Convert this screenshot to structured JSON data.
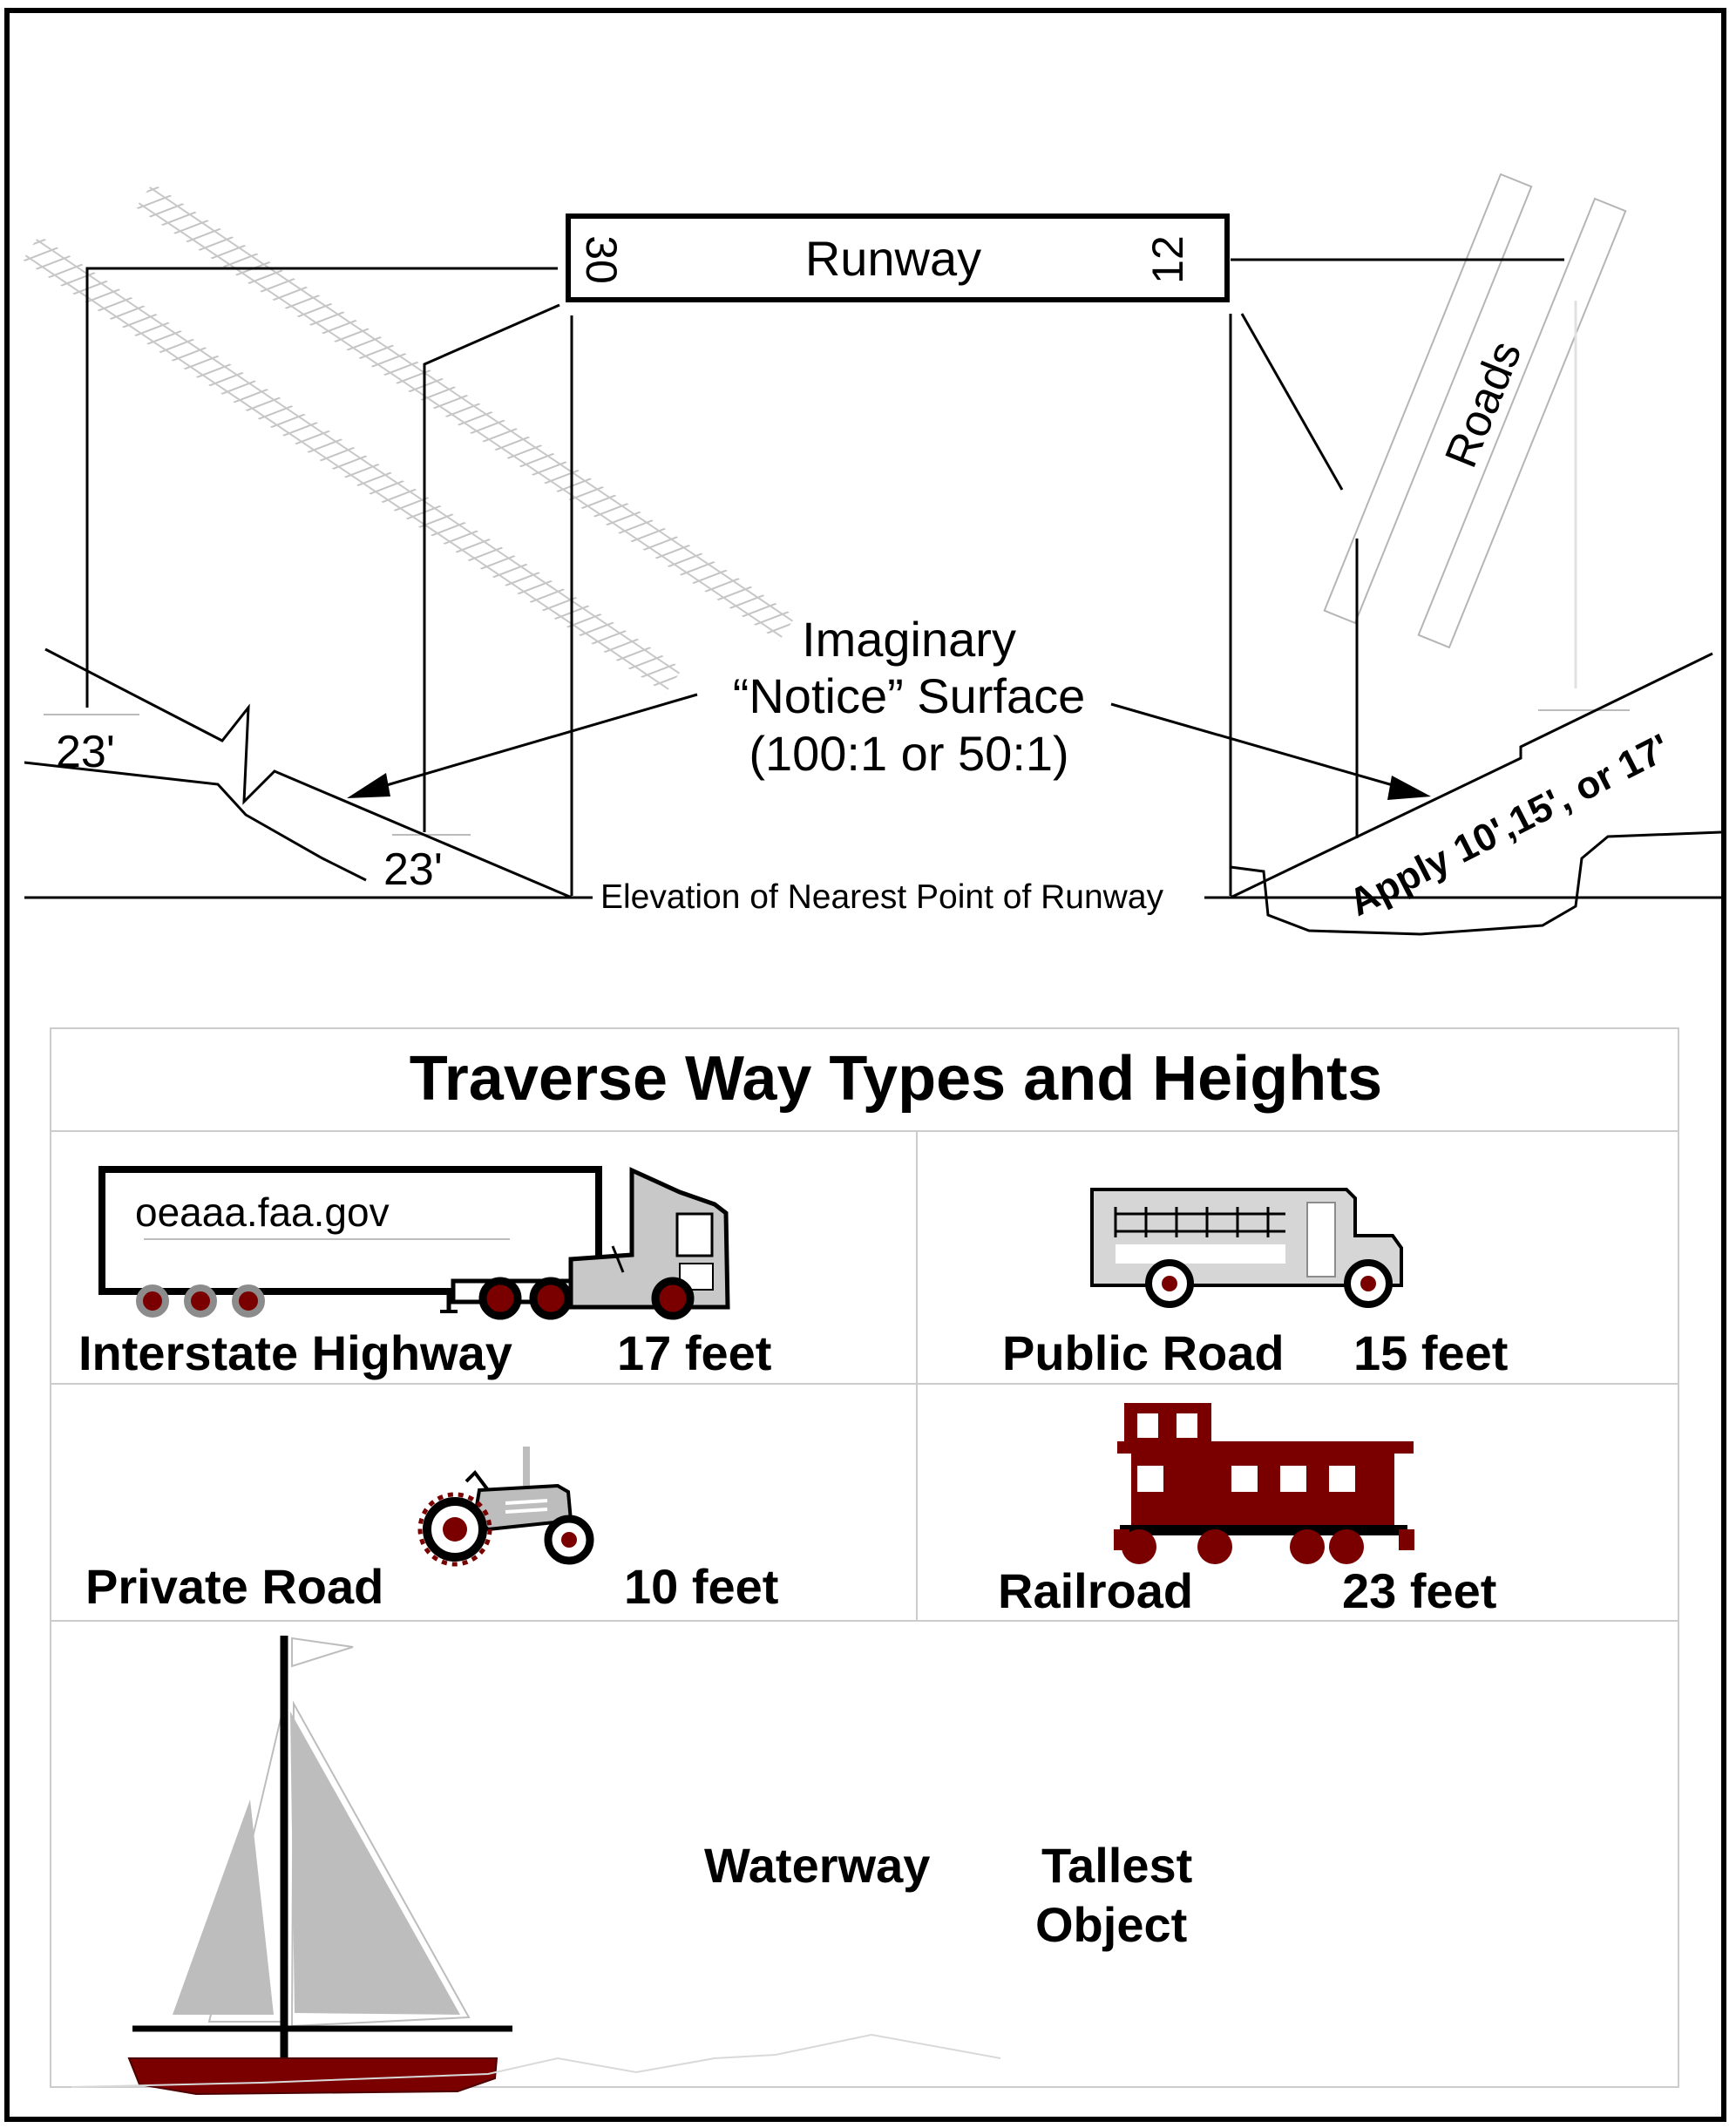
{
  "diagram": {
    "runway": {
      "label": "Runway",
      "left_end_number": "30",
      "right_end_number": "12"
    },
    "roads_label": "Roads",
    "notice_surface": {
      "line1": "Imaginary",
      "line2": "“Notice” Surface",
      "line3": "(100:1 or 50:1)"
    },
    "railroad_height_left": "23'",
    "railroad_height_slope": "23'",
    "elevation_label": "Elevation of Nearest Point of Runway",
    "apply_label": "Apply 10',15', or 17'"
  },
  "table": {
    "title": "Traverse Way Types and Heights",
    "truck_sign": "oeaaa.faa.gov",
    "rows": [
      {
        "type": "Interstate Highway",
        "height": "17 feet"
      },
      {
        "type": "Public Road",
        "height": "15 feet"
      },
      {
        "type": "Private Road",
        "height": "10 feet"
      },
      {
        "type": "Railroad",
        "height": "23 feet"
      }
    ],
    "waterway": {
      "type": "Waterway",
      "height_line1": "Tallest",
      "height_line2": "Object"
    }
  },
  "colors": {
    "line": "#000000",
    "maroon": "#7a0000",
    "gray": "#c8c8c8",
    "light_gray": "#d6d6d6",
    "table_border": "#cccccc"
  }
}
